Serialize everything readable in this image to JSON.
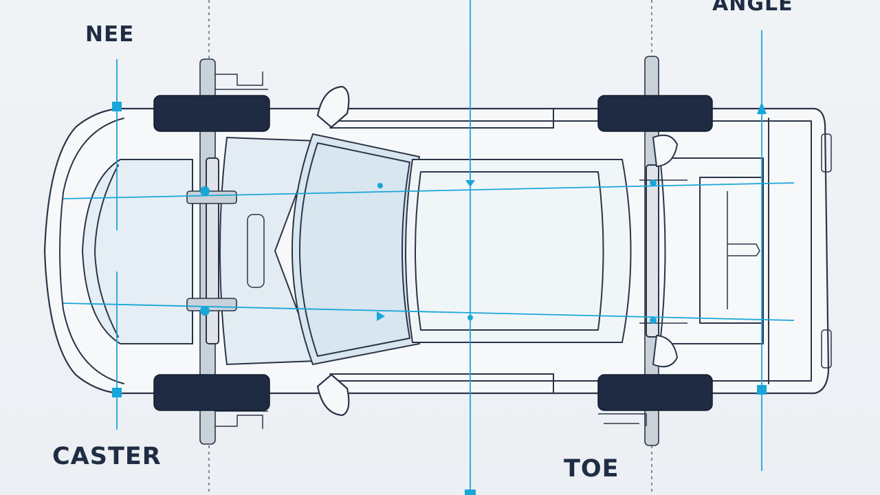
{
  "labels": {
    "knee": "NEE",
    "angle": "ANGLE",
    "caster": "CASTER",
    "toe": "TOE"
  },
  "colors": {
    "measurement_line": "#19a6d9",
    "tire": "#1e2b42",
    "outline": "#2b3447",
    "glass": "#d8e6ef",
    "background": "#eef1f4"
  }
}
